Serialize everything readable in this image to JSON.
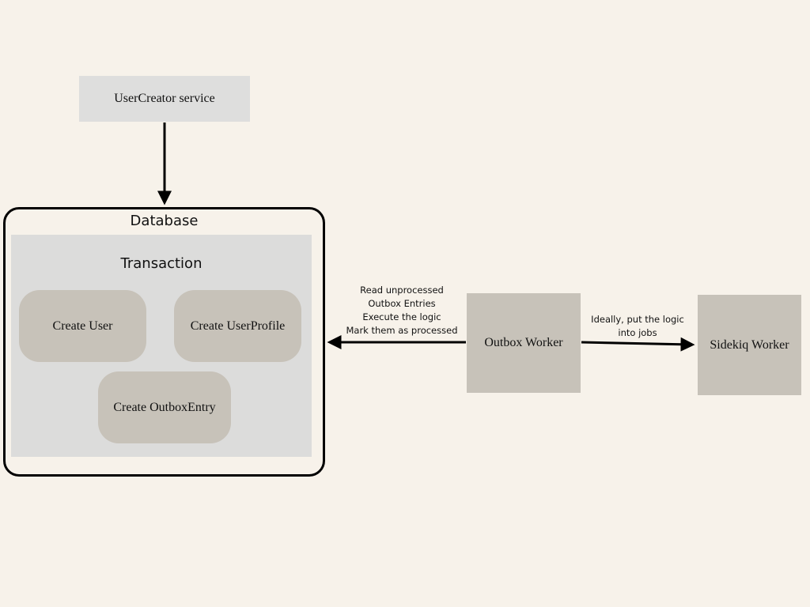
{
  "service": {
    "label": "UserCreator service"
  },
  "database": {
    "title": "Database",
    "transaction": {
      "title": "Transaction",
      "steps": [
        "Create User",
        "Create UserProfile",
        "Create OutboxEntry"
      ]
    }
  },
  "outbox_worker": {
    "label": "Outbox Worker"
  },
  "sidekiq_worker": {
    "label": "Sidekiq Worker"
  },
  "notes": {
    "read_lines": [
      "Read unprocessed",
      "Outbox Entries",
      "Execute the logic",
      "Mark them as processed"
    ],
    "ideal_lines": [
      "Ideally, put the logic",
      "into jobs"
    ]
  },
  "colors": {
    "background": "#f7f2ea",
    "service_box": "#dededd",
    "transaction_area": "#dcdcdb",
    "node_fill": "#c7c2b9",
    "stroke": "#000000"
  }
}
